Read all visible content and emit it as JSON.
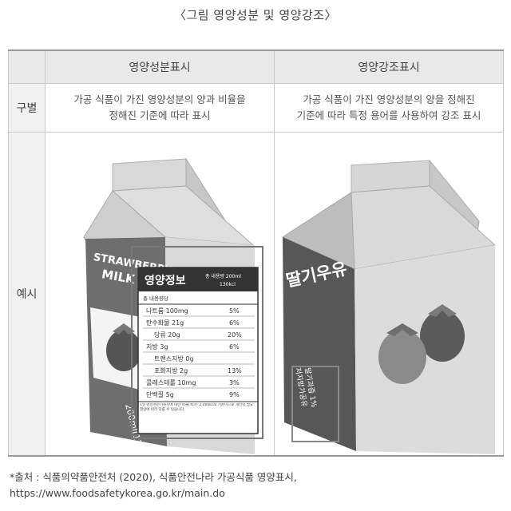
{
  "title": "〈그림 영양성분 및 영양강조〉",
  "table": {
    "col1_header": "영양성분표시",
    "col2_header": "영양강조표시",
    "row1_label": "구별",
    "row2_label": "예시",
    "col1_desc": [
      "가공 식품이 가진 영양성분의 양과 비율을",
      "정해진 기준에 따라 표시"
    ],
    "col2_desc": [
      "가공 식품이 가진 영양성분의 양을 정해진",
      "기준에 따라 특정 용어를 사용하여 강조 표시"
    ]
  },
  "left_carton": {
    "brand": [
      "STRAWBERRY",
      "MILK"
    ],
    "volume": "200ml(130kcl)",
    "label_title": "영양정보",
    "label_total": [
      "총 내용량 200ml",
      "130kcl"
    ],
    "label_sub": "총 내용량당",
    "rows": [
      {
        "name": "나트륨 100mg",
        "pct": "5%"
      },
      {
        "name": "탄수화물 21g",
        "pct": "6%"
      },
      {
        "name": "당류 20g",
        "pct": "20%"
      },
      {
        "name": "지방 3g",
        "pct": "6%"
      },
      {
        "name": "트랜스지방 0g",
        "pct": ""
      },
      {
        "name": "포화지방 2g",
        "pct": "13%"
      },
      {
        "name": "콜레스테롤 10mg",
        "pct": "3%"
      },
      {
        "name": "단백질 5g",
        "pct": "9%"
      }
    ],
    "footnote": "1일 영양성분기준치에 대한 비율(%)은 2,000kcal 기준이므로 개인의 필요 열량에 따라 다를 수 있습니다."
  },
  "right_carton": {
    "name": "딸기우유",
    "claim": [
      "딸기과즙 1%",
      "저지방가공유"
    ]
  },
  "footer": {
    "source": "*출처 : 식품의약품안전처 (2020), 식품안전나라 가공식품 영양표시,",
    "url": "https://www.foodsafetykorea.go.kr/main.do"
  }
}
